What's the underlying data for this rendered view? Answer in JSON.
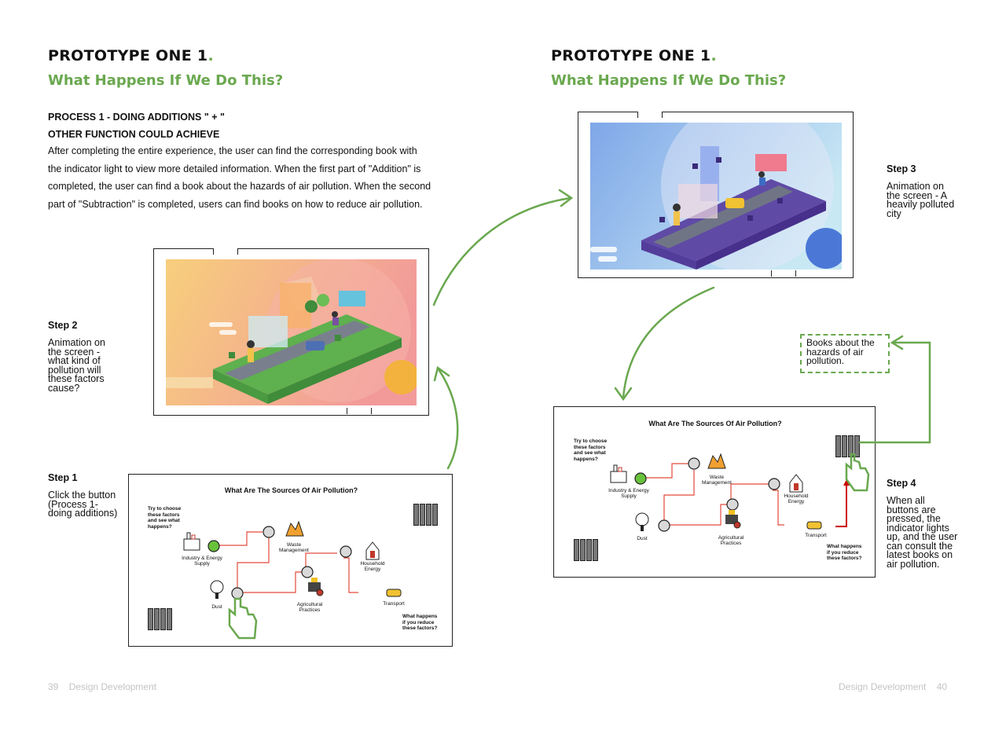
{
  "left": {
    "title": "PROTOTYPE ONE 1",
    "title_dot": ".",
    "subtitle": "What Happens If We Do This?",
    "process_line1": "PROCESS 1 - DOING ADDITIONS \" + \"",
    "process_line2": "OTHER FUNCTION COULD ACHIEVE",
    "body_lines": [
      "After completing the entire experience, the user can find the corresponding book with",
      "the indicator light to view more detailed information. When the first part of \"Addition\" is",
      "completed, the user can find a book about the hazards of air pollution. When the second",
      "part of \"Subtraction\" is completed, users can find books on how to reduce air pollution."
    ],
    "step2": {
      "heading": "Step 2",
      "lines": [
        "Animation on",
        "the screen -",
        "what kind of",
        "pollution will",
        "these factors",
        "cause?"
      ]
    },
    "step1": {
      "heading": "Step 1",
      "lines": [
        "Click the button",
        "(Process 1-",
        "doing additions)"
      ]
    }
  },
  "right": {
    "title": "PROTOTYPE ONE 1",
    "title_dot": ".",
    "subtitle": "What Happens If We Do This?",
    "step3": {
      "heading": "Step 3",
      "lines": [
        "Animation on",
        "the screen - A",
        "heavily polluted",
        "city"
      ]
    },
    "step4": {
      "heading": "Step 4",
      "lines": [
        "When all",
        "buttons are",
        "pressed, the",
        "indicator lights",
        "up, and the user",
        "can consult the",
        "latest books on",
        "air pollution."
      ]
    },
    "callout_lines": [
      "Books about the",
      "hazards of air",
      "pollution."
    ]
  },
  "board": {
    "title": "What Are The Sources Of Air Pollution?",
    "prompt_lines": [
      "Try to choose",
      "these factors",
      "and see what",
      "happens?"
    ],
    "outro_lines": [
      "What happens",
      "if you reduce",
      "these factors?"
    ],
    "industry_lines": [
      "Industry & Energy",
      "Supply"
    ],
    "waste_lines": [
      "Waste",
      "Management"
    ],
    "household_lines": [
      "Household",
      "Energy"
    ],
    "agri_lines": [
      "Agricultural",
      "Practices"
    ],
    "dust": "Dust",
    "transport": "Transport"
  },
  "footer": {
    "left_page": "39",
    "left_label": "Design Development",
    "right_label": "Design Development",
    "right_page": "40"
  },
  "colors": {
    "accent_green": "#6aa84f",
    "flow_red": "#e24a3b",
    "warm_scene_start": "#f7cf7c",
    "warm_scene_end": "#f29a9a",
    "cool_scene_start": "#7fa7e8",
    "cool_scene_end": "#c8e8f4"
  }
}
